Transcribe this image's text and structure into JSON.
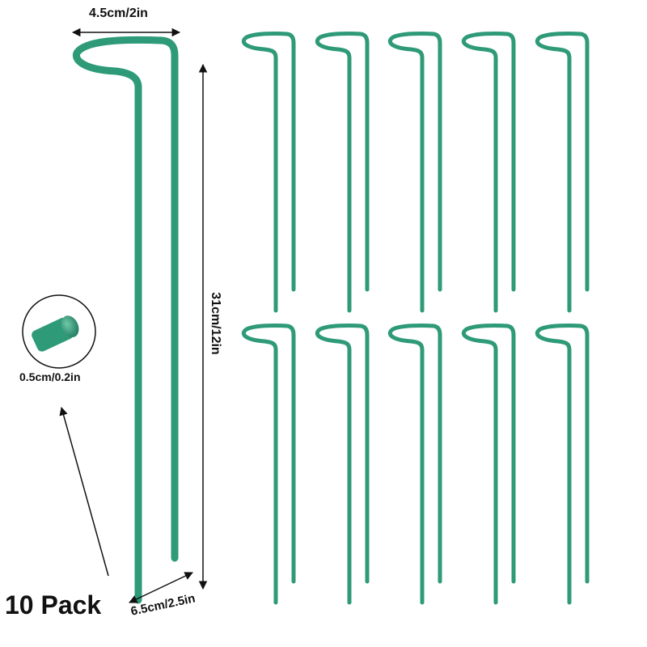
{
  "product": {
    "pack_label": "10 Pack",
    "stake_count": 10,
    "color": "#2e9a78",
    "color_dark": "#1f7a5e"
  },
  "dimensions": {
    "width_label": "4.5cm/2in",
    "height_label": "31cm/12in",
    "base_label": "6.5cm/2.5in",
    "wire_label": "0.5cm/0.2in"
  }
}
